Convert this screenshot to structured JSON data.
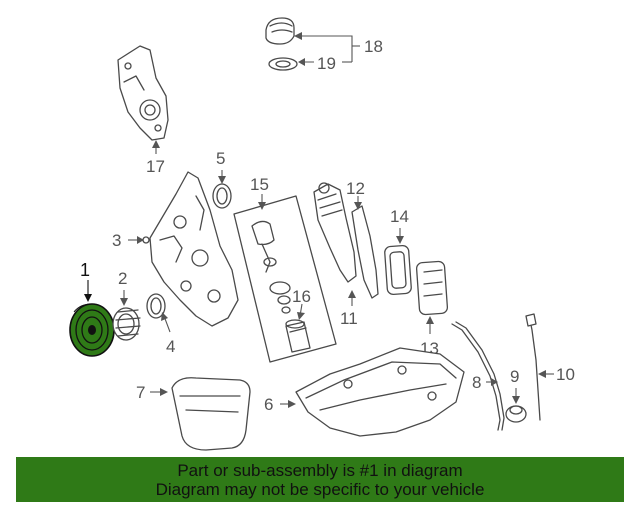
{
  "diagram": {
    "callouts": {
      "c1": "1",
      "c2": "2",
      "c3": "3",
      "c4": "4",
      "c5": "5",
      "c6": "6",
      "c7": "7",
      "c8": "8",
      "c9": "9",
      "c10": "10",
      "c11": "11",
      "c12": "12",
      "c13": "13",
      "c14": "14",
      "c15": "15",
      "c16": "16",
      "c17": "17",
      "c18": "18",
      "c19": "19"
    },
    "highlighted_part": "1",
    "highlight_color": "#2f7a17"
  },
  "banner": {
    "line1": "Part or sub-assembly is #1 in diagram",
    "line2": "Diagram may not be specific to your vehicle",
    "background": "#2f7a17"
  }
}
